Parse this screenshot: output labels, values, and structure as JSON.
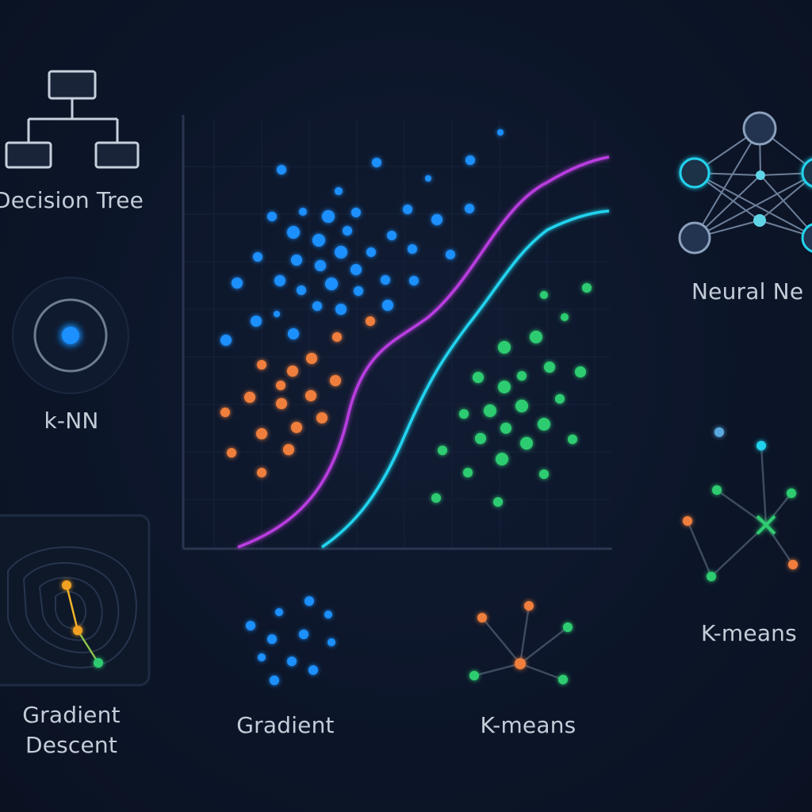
{
  "labels": {
    "decision_tree": "Decision Tree",
    "knn": "k-NN",
    "gradient_descent_line1": "Gradient",
    "gradient_descent_line2": "Descent",
    "gradient": "Gradient",
    "kmeans_bottom": "K-means",
    "neural_network": "Neural Ne",
    "kmeans_right": "K-means"
  },
  "colors": {
    "background": "#0c1528",
    "blue": "#1e90ff",
    "orange": "#f07f3c",
    "green": "#2ecc71",
    "magenta": "#b93ee0",
    "cyan": "#22d3ee",
    "icon_stroke": "#c7d0dc",
    "axis": "#2a3550"
  },
  "icons": [
    "decision-tree-icon",
    "knn-icon",
    "gradient-descent-icon",
    "gradient-cluster-icon",
    "kmeans-icon",
    "neural-network-icon",
    "kmeans-centroid-icon"
  ]
}
